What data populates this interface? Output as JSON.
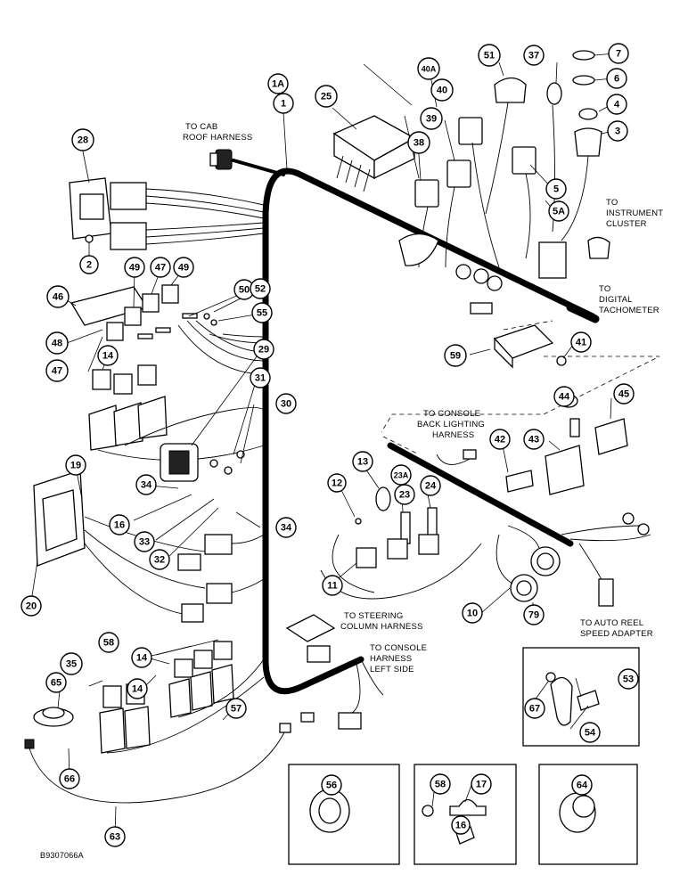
{
  "diagram_id": "B9307066A",
  "labels": {
    "cab_roof": [
      "TO CAB",
      "ROOF HARNESS"
    ],
    "instrument": [
      "TO",
      "INSTRUMENT",
      "CLUSTER"
    ],
    "tachometer": [
      "TO",
      "DIGITAL",
      "TACHOMETER"
    ],
    "console_back": [
      "TO CONSOLE",
      "BACK LIGHTING",
      "HARNESS"
    ],
    "steering": [
      "TO STEERING",
      "COLUMN HARNESS"
    ],
    "console_left": [
      "TO CONSOLE",
      "HARNESS",
      "LEFT SIDE"
    ],
    "auto_reel": [
      "TO AUTO REEL",
      "SPEED ADAPTER"
    ]
  },
  "callouts": [
    {
      "id": "c1A",
      "text": "1A"
    },
    {
      "id": "c1",
      "text": "1"
    },
    {
      "id": "c2",
      "text": "2"
    },
    {
      "id": "c3",
      "text": "3"
    },
    {
      "id": "c4",
      "text": "4"
    },
    {
      "id": "c5",
      "text": "5"
    },
    {
      "id": "c5A",
      "text": "5A"
    },
    {
      "id": "c6",
      "text": "6"
    },
    {
      "id": "c7",
      "text": "7"
    },
    {
      "id": "c10",
      "text": "10"
    },
    {
      "id": "c11",
      "text": "11"
    },
    {
      "id": "c12",
      "text": "12"
    },
    {
      "id": "c13",
      "text": "13"
    },
    {
      "id": "c14a",
      "text": "14"
    },
    {
      "id": "c14b",
      "text": "14"
    },
    {
      "id": "c14c",
      "text": "14"
    },
    {
      "id": "c16a",
      "text": "16"
    },
    {
      "id": "c16b",
      "text": "16"
    },
    {
      "id": "c17",
      "text": "17"
    },
    {
      "id": "c19",
      "text": "19"
    },
    {
      "id": "c20",
      "text": "20"
    },
    {
      "id": "c23",
      "text": "23"
    },
    {
      "id": "c23A",
      "text": "23A"
    },
    {
      "id": "c24",
      "text": "24"
    },
    {
      "id": "c25",
      "text": "25"
    },
    {
      "id": "c28",
      "text": "28"
    },
    {
      "id": "c29",
      "text": "29"
    },
    {
      "id": "c30",
      "text": "30"
    },
    {
      "id": "c31",
      "text": "31"
    },
    {
      "id": "c32",
      "text": "32"
    },
    {
      "id": "c33",
      "text": "33"
    },
    {
      "id": "c34a",
      "text": "34"
    },
    {
      "id": "c34b",
      "text": "34"
    },
    {
      "id": "c35",
      "text": "35"
    },
    {
      "id": "c37",
      "text": "37"
    },
    {
      "id": "c38",
      "text": "38"
    },
    {
      "id": "c39",
      "text": "39"
    },
    {
      "id": "c40",
      "text": "40"
    },
    {
      "id": "c40A",
      "text": "40A"
    },
    {
      "id": "c41",
      "text": "41"
    },
    {
      "id": "c42",
      "text": "42"
    },
    {
      "id": "c43",
      "text": "43"
    },
    {
      "id": "c44",
      "text": "44"
    },
    {
      "id": "c45",
      "text": "45"
    },
    {
      "id": "c46",
      "text": "46"
    },
    {
      "id": "c47a",
      "text": "47"
    },
    {
      "id": "c47b",
      "text": "47"
    },
    {
      "id": "c48",
      "text": "48"
    },
    {
      "id": "c49a",
      "text": "49"
    },
    {
      "id": "c49b",
      "text": "49"
    },
    {
      "id": "c50",
      "text": "50"
    },
    {
      "id": "c51",
      "text": "51"
    },
    {
      "id": "c52",
      "text": "52"
    },
    {
      "id": "c53",
      "text": "53"
    },
    {
      "id": "c54",
      "text": "54"
    },
    {
      "id": "c55",
      "text": "55"
    },
    {
      "id": "c56",
      "text": "56"
    },
    {
      "id": "c57",
      "text": "57"
    },
    {
      "id": "c58a",
      "text": "58"
    },
    {
      "id": "c58b",
      "text": "58"
    },
    {
      "id": "c59",
      "text": "59"
    },
    {
      "id": "c63",
      "text": "63"
    },
    {
      "id": "c64",
      "text": "64"
    },
    {
      "id": "c65",
      "text": "65"
    },
    {
      "id": "c66",
      "text": "66"
    },
    {
      "id": "c67",
      "text": "67"
    },
    {
      "id": "c79",
      "text": "79"
    }
  ]
}
